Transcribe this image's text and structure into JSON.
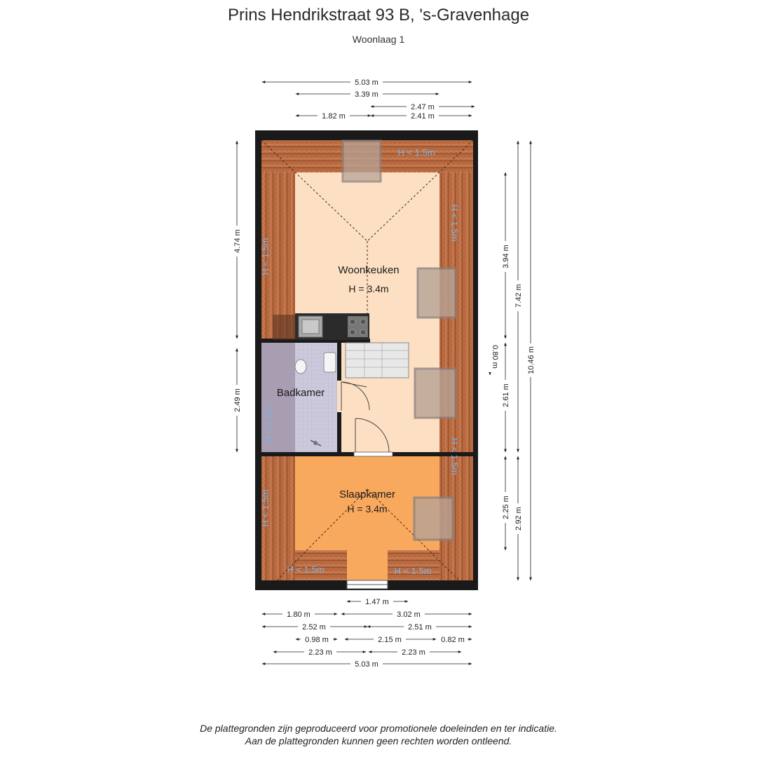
{
  "header": {
    "title": "Prins Hendrikstraat 93 B, 's-Gravenhage",
    "subtitle": "Woonlaag 1"
  },
  "rooms": {
    "woonkeuken": {
      "name": "Woonkeuken",
      "height": "H = 3.4m"
    },
    "badkamer": {
      "name": "Badkamer"
    },
    "slaapkamer": {
      "name": "Slaapkamer",
      "height": "H = 3.4m"
    }
  },
  "low_ceiling_label": "H < 1.5m",
  "low_ceiling_label_alt": "H < 1.5m",
  "dimensions": {
    "top": [
      "5.03 m",
      "3.39 m",
      "2.47 m",
      "1.82 m",
      "2.41 m"
    ],
    "left": [
      "4.74 m",
      "2.49 m"
    ],
    "right": [
      "3.94 m",
      "7.42 m",
      "10.46 m",
      "0.80 m",
      "2.61 m",
      "2.25 m",
      "2.92 m"
    ],
    "bottom": [
      "1.47 m",
      "1.80 m",
      "3.02 m",
      "2.52 m",
      "2.51 m",
      "0.98 m",
      "2.15 m",
      "0.82 m",
      "2.23 m",
      "2.23 m",
      "5.03 m"
    ]
  },
  "footer": {
    "line1": "De plattegronden zijn geproduceerd voor promotionele doeleinden en ter indicatie.",
    "line2": "Aan de plattegronden kunnen geen rechten worden ontleend."
  },
  "colors": {
    "wall": "#1a1a1a",
    "roof_tiles": "#b5683f",
    "woonkeuken_floor": "#fde0c3",
    "slaapkamer_floor": "#f8a95d",
    "badkamer_floor": "#c8c8dc",
    "low_label": "#7fb2e0"
  }
}
